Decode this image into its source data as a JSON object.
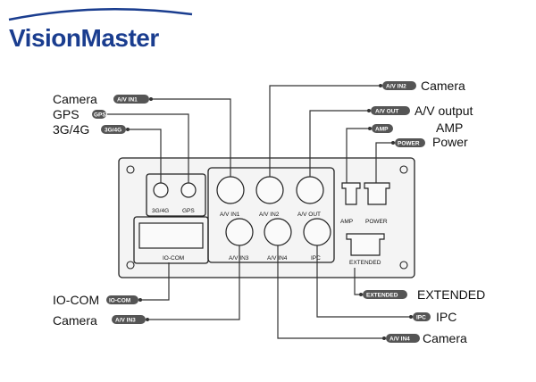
{
  "brand": {
    "name": "VisionMaster",
    "color": "#1a3d8f",
    "swoosh_color": "#1a3d8f"
  },
  "callouts": {
    "camera_in1": {
      "label": "Camera",
      "tag": "A/V IN1"
    },
    "gps": {
      "label": "GPS",
      "tag": "GPS"
    },
    "g34": {
      "label": "3G/4G",
      "tag": "3G/4G"
    },
    "camera_in2": {
      "label": "Camera",
      "tag": "A/V IN2"
    },
    "av_output": {
      "label": "A/V output",
      "tag": "A/V OUT"
    },
    "amp": {
      "label": "AMP",
      "tag": "AMP"
    },
    "power": {
      "label": "Power",
      "tag": "POWER"
    },
    "io_com": {
      "label": "IO-COM",
      "tag": "IO-COM"
    },
    "camera_in3": {
      "label": "Camera",
      "tag": "A/V IN3"
    },
    "extended": {
      "label": "EXTENDED",
      "tag": "EXTENDED"
    },
    "ipc": {
      "label": "IPC",
      "tag": "IPC"
    },
    "camera_in4": {
      "label": "Camera",
      "tag": "A/V IN4"
    }
  },
  "ports": {
    "g34": "3G/4G",
    "gps": "GPS",
    "av_in1": "A/V IN1",
    "av_in2": "A/V IN2",
    "av_out": "A/V OUT",
    "amp": "AMP",
    "power": "POWER",
    "io_com": "IO-COM",
    "av_in3": "A/V IN3",
    "av_in4": "A/V IN4",
    "ipc": "IPC",
    "extended": "EXTENDED"
  }
}
